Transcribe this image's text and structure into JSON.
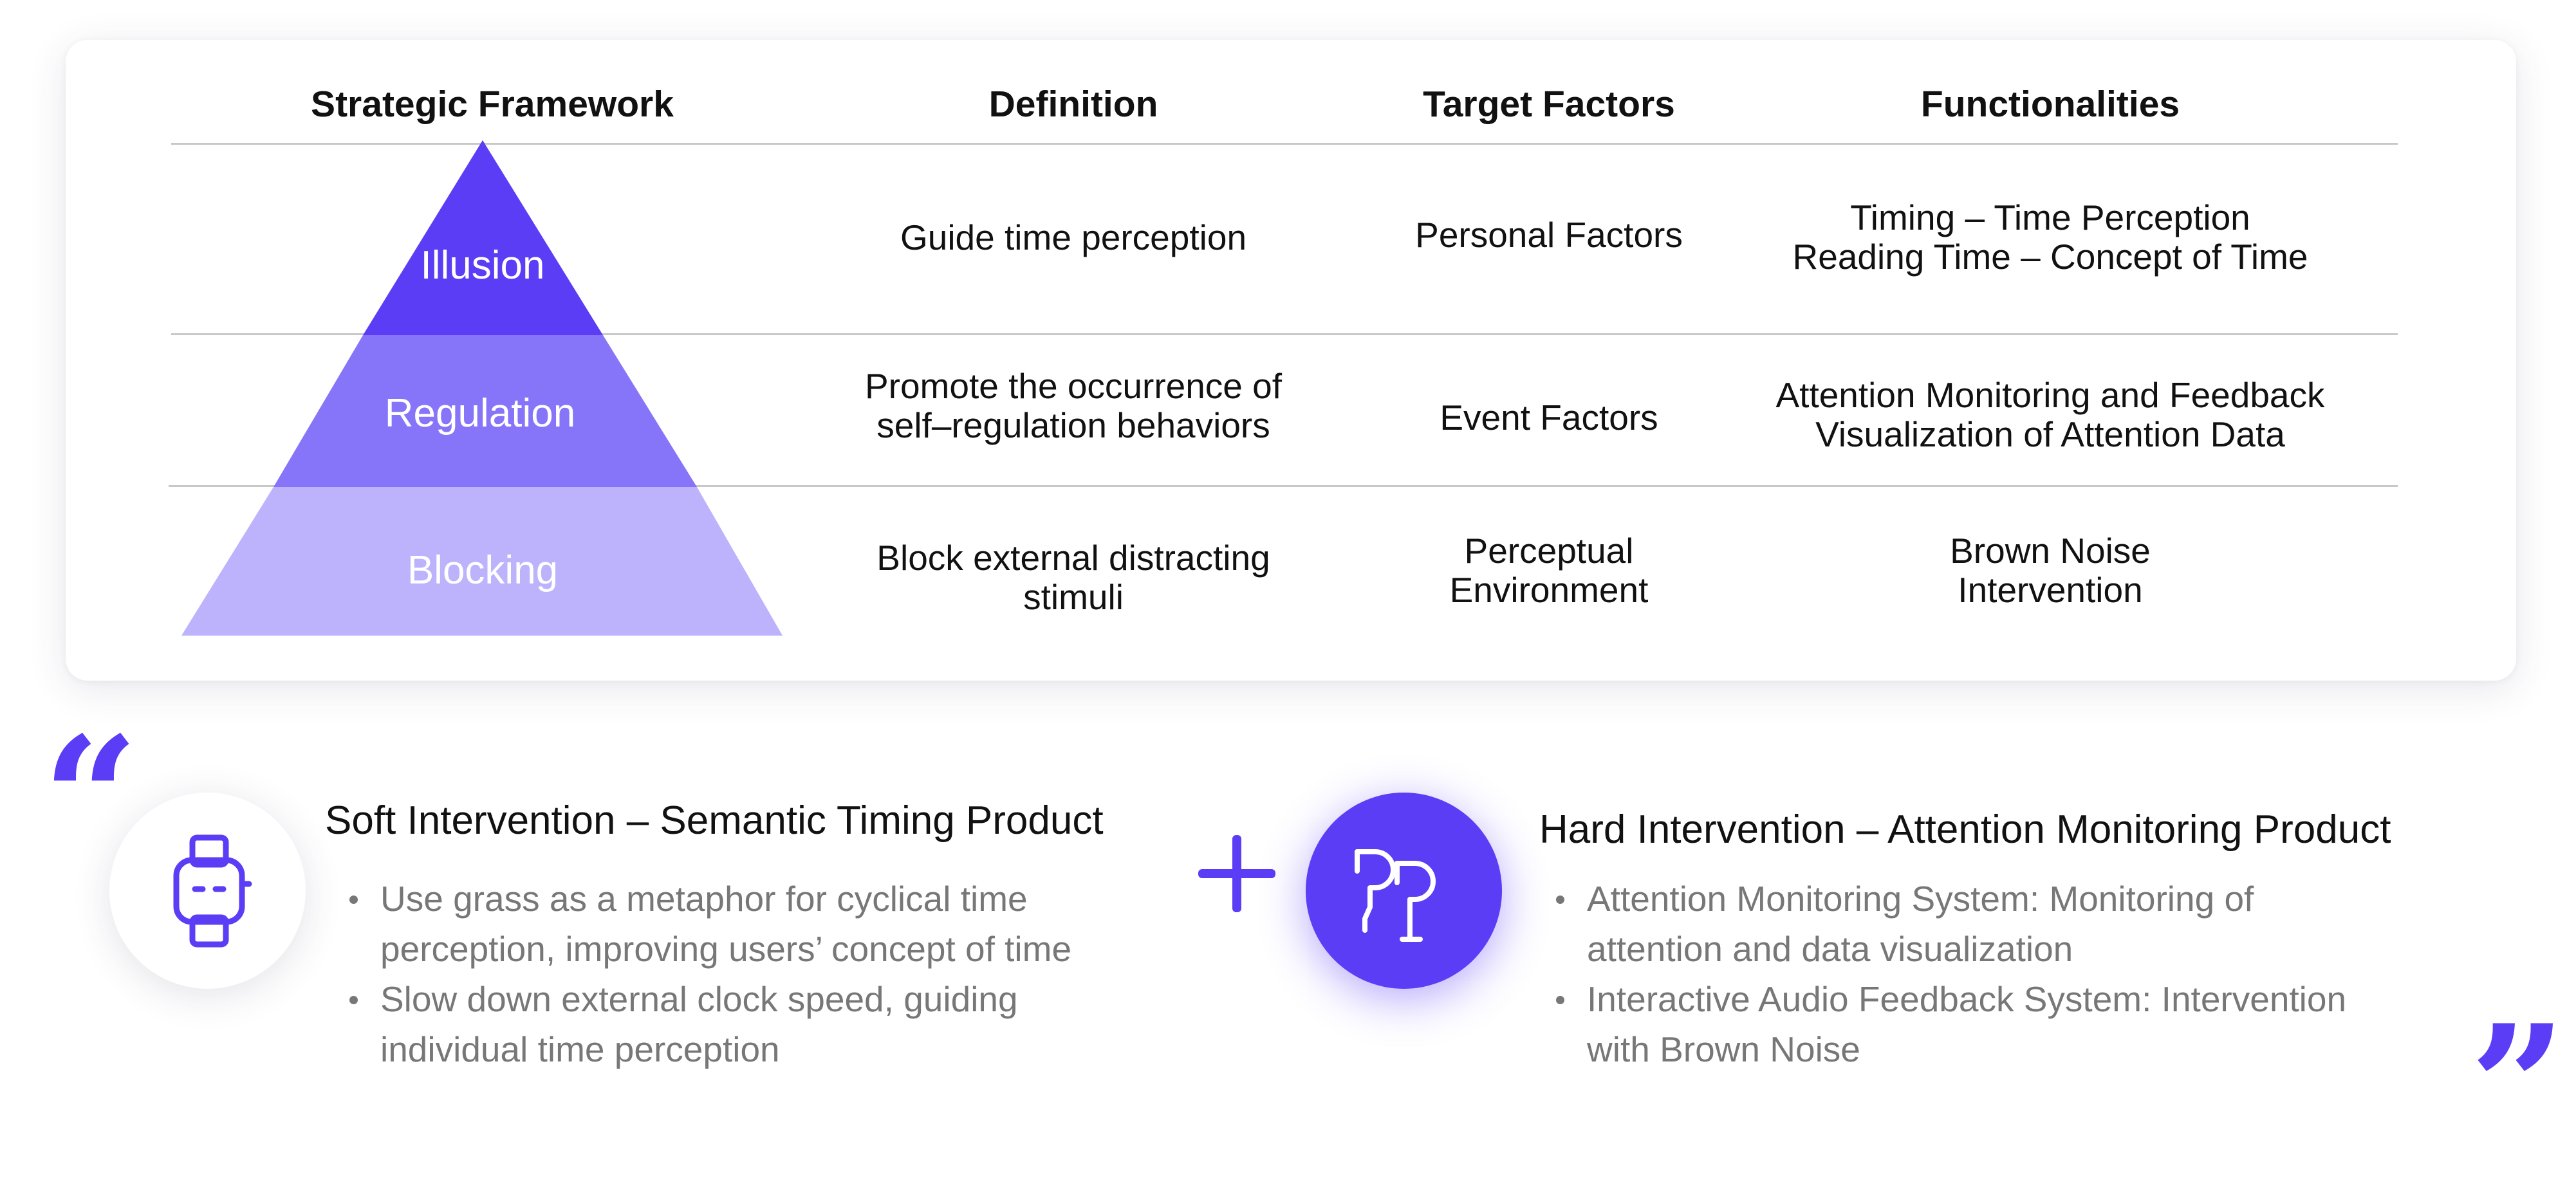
{
  "table": {
    "headers": [
      "Strategic Framework",
      "Definition",
      "Target Factors",
      "Functionalities"
    ],
    "rows": [
      {
        "level": "Illusion",
        "definition": [
          "Guide time perception"
        ],
        "target": [
          "Personal Factors"
        ],
        "functionalities": [
          "Timing – Time Perception",
          "Reading Time – Concept of Time"
        ]
      },
      {
        "level": "Regulation",
        "definition": [
          "Promote the occurrence of",
          "self–regulation behaviors"
        ],
        "target": [
          "Event Factors"
        ],
        "functionalities": [
          "Attention Monitoring and Feedback",
          "Visualization of Attention Data"
        ]
      },
      {
        "level": "Blocking",
        "definition": [
          "Block external distracting",
          "stimuli"
        ],
        "target": [
          "Perceptual",
          "Environment"
        ],
        "functionalities": [
          "Brown Noise",
          "Intervention"
        ]
      }
    ]
  },
  "colors": {
    "accent": "#5b3df6",
    "illusion": "#5b3df6",
    "regulation": "#8675f8",
    "blocking": "#bdb3fc"
  },
  "interventions": {
    "soft": {
      "icon": "smartwatch-icon",
      "title": "Soft Intervention – Semantic Timing Product",
      "bullets": [
        [
          "Use grass as a metaphor for cyclical time",
          "perception, improving users’ concept of time"
        ],
        [
          "Slow down external clock speed, guiding",
          "individual time perception"
        ]
      ]
    },
    "plus_icon": "plus-icon",
    "hard": {
      "icon": "earbuds-icon",
      "title": "Hard Intervention – Attention Monitoring Product",
      "bullets": [
        [
          "Attention Monitoring System: Monitoring of",
          "attention and data visualization"
        ],
        [
          "Interactive Audio Feedback System: Intervention",
          "with Brown Noise"
        ]
      ]
    }
  },
  "quotes": {
    "open": "“",
    "close": "”"
  }
}
